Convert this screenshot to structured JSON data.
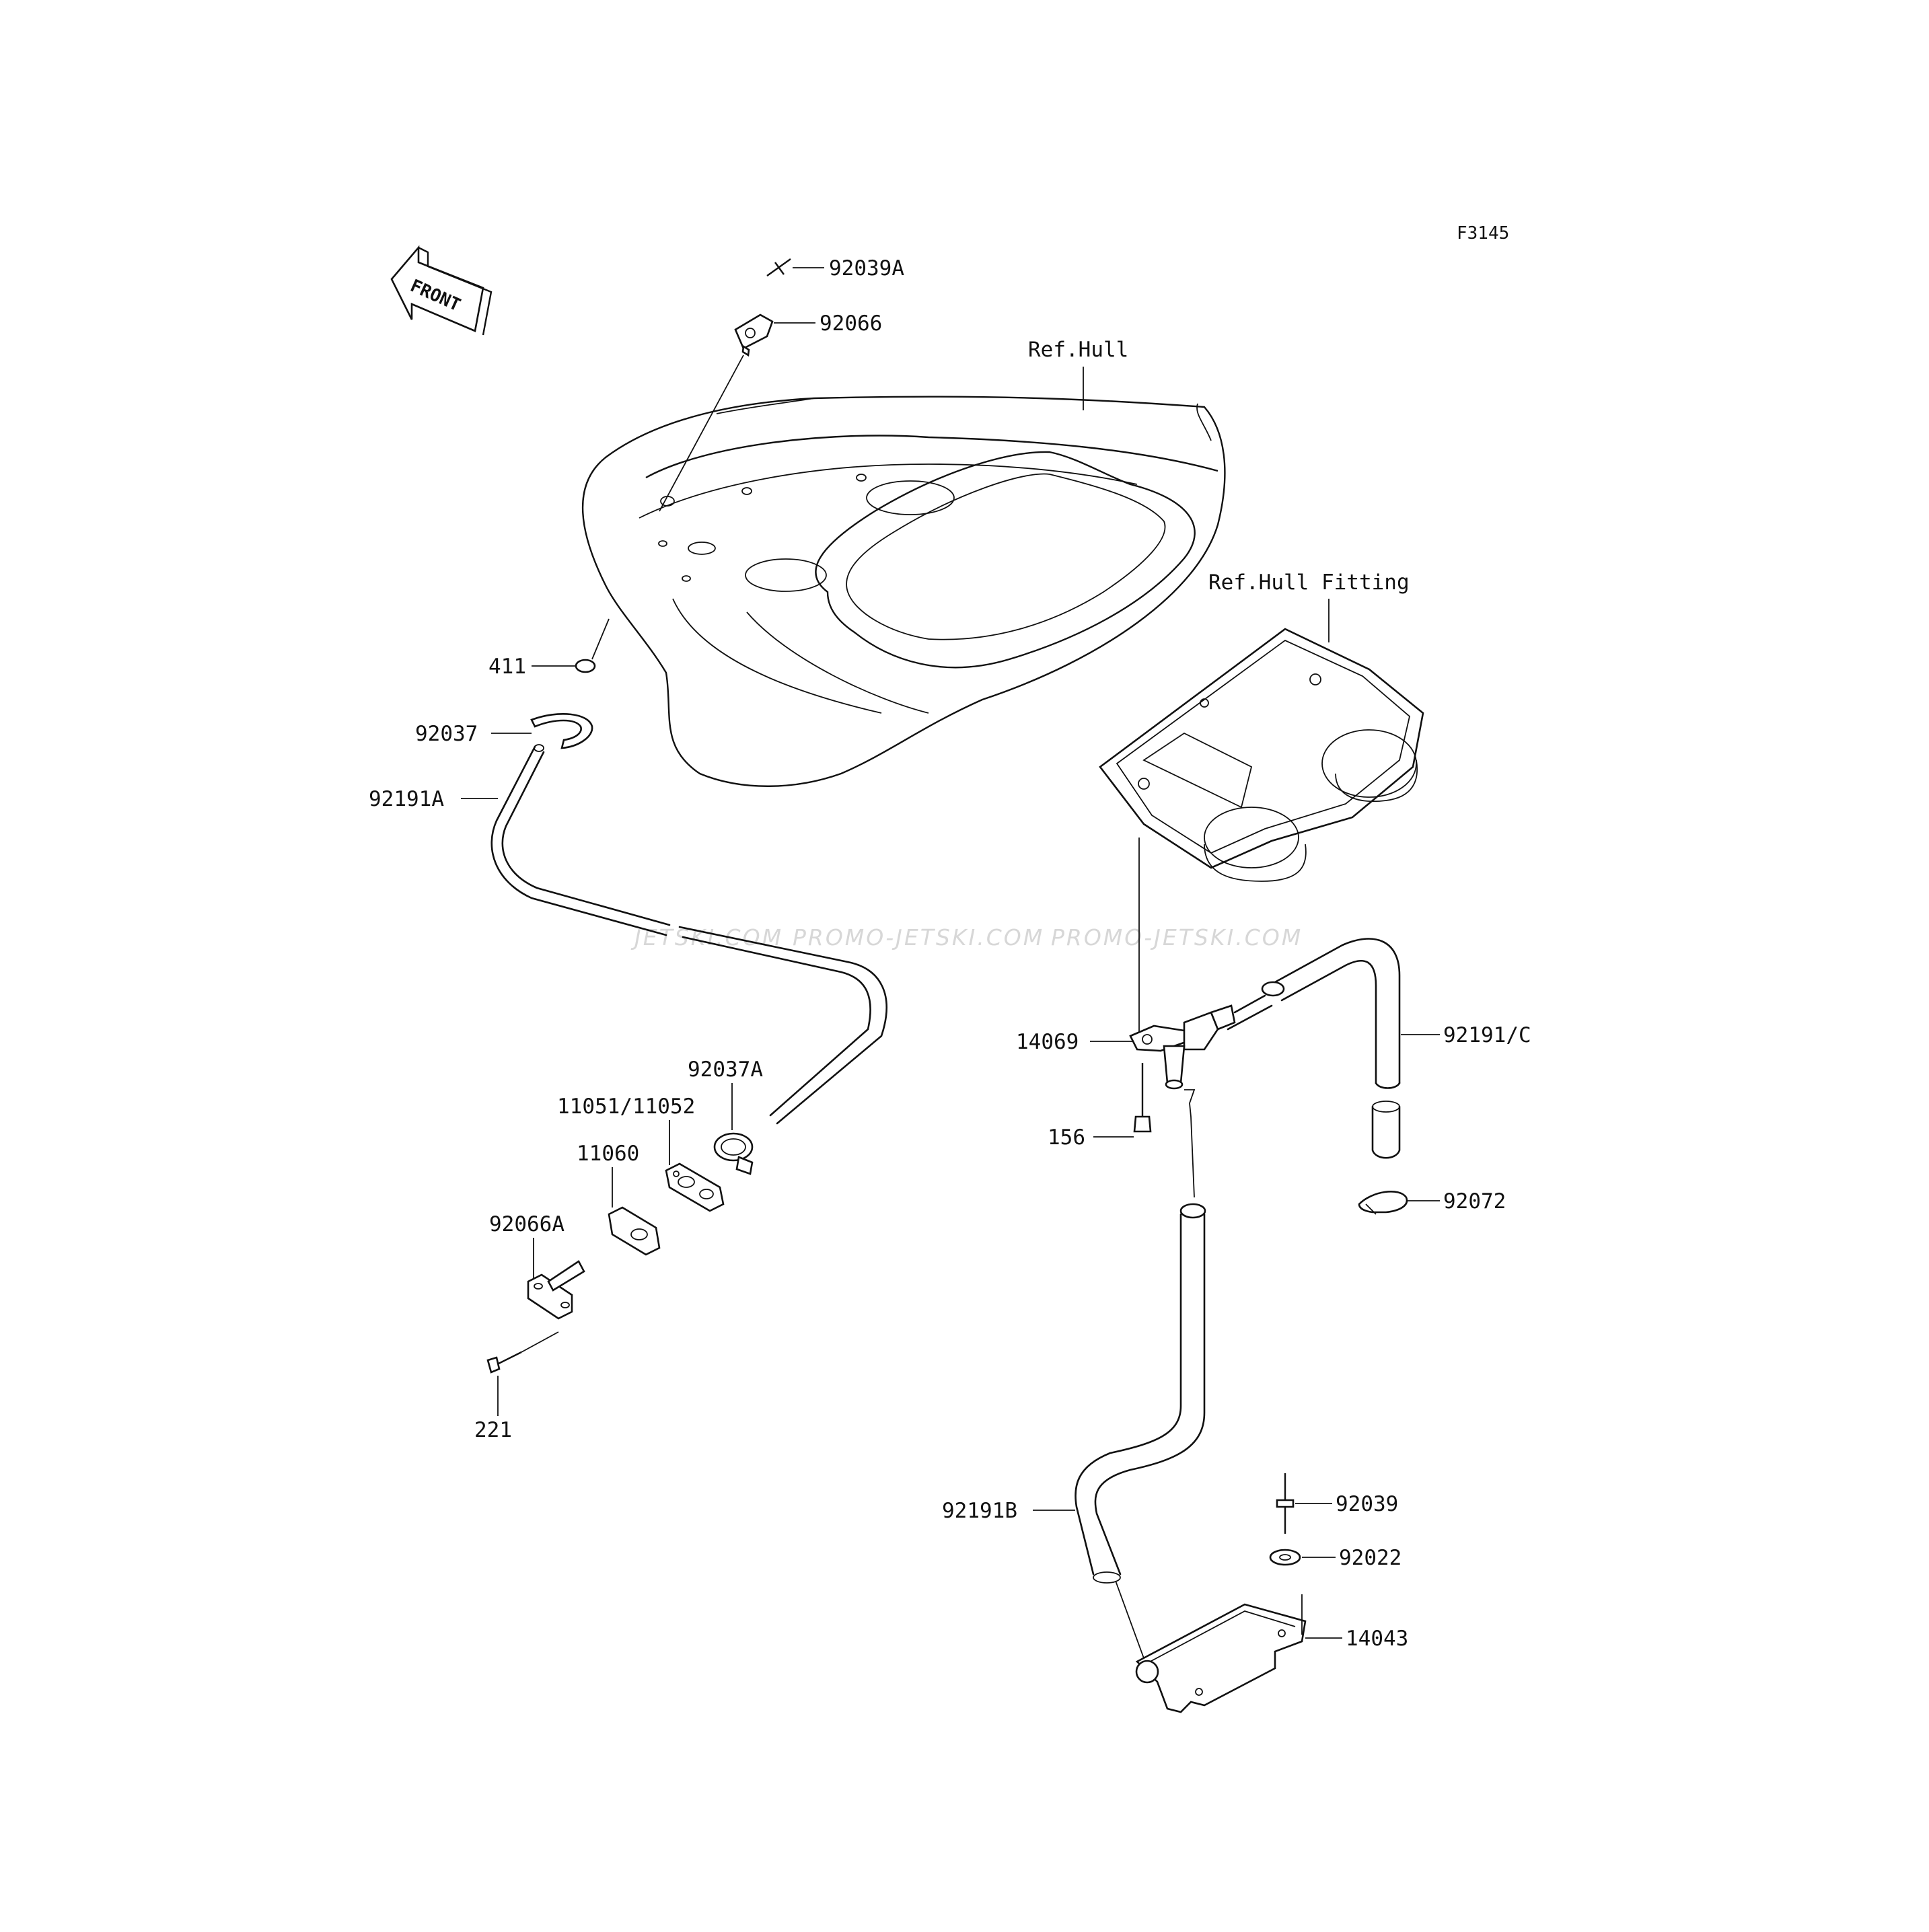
{
  "figure_code": "F3145",
  "front_label": "FRONT",
  "watermarks": [
    "JETSKI.COM",
    "PROMO-JETSKI.COM",
    "PROMO-JETSKI.COM"
  ],
  "callouts": {
    "p92039A": "92039A",
    "p92066": "92066",
    "ref_hull": "Ref.Hull",
    "ref_hull_fitting": "Ref.Hull Fitting",
    "p411": "411",
    "p92037": "92037",
    "p92191A": "92191A",
    "p14069": "14069",
    "p92191C": "92191/C",
    "p156": "156",
    "p92037A": "92037A",
    "p11051_11052": "11051/11052",
    "p11060": "11060",
    "p92072": "92072",
    "p92066A": "92066A",
    "p221": "221",
    "p92191B": "92191B",
    "p92039": "92039",
    "p92022": "92022",
    "p14043": "14043"
  }
}
